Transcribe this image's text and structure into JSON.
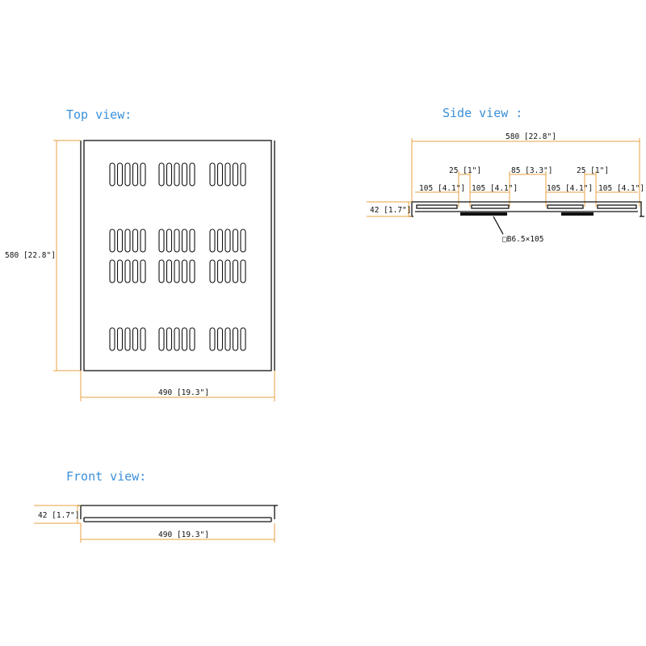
{
  "views": {
    "top": {
      "title": "Top view:",
      "width_label": "490 [19.3\"]",
      "depth_label": "580 [22.8\"]",
      "slot_rows": 4,
      "slots_per_group": 5,
      "slot_groups": 3
    },
    "side": {
      "title": "Side view :",
      "overall_label": "580 [22.8\"]",
      "height_label": "42 [1.7\"]",
      "segment_labels": [
        "105 [4.1\"]",
        "105 [4.1\"]",
        "105 [4.1\"]",
        "105 [4.1\"]"
      ],
      "gap_labels": [
        "25 [1\"]",
        "85 [3.3\"]",
        "25 [1\"]"
      ],
      "hole_label": "□B6.5×105"
    },
    "front": {
      "title": "Front view:",
      "height_label": "42 [1.7\"]",
      "width_label": "490 [19.3\"]"
    }
  },
  "colors": {
    "title": "#3a8fd9",
    "dimension_line": "#e8a040",
    "outline": "#111111"
  }
}
